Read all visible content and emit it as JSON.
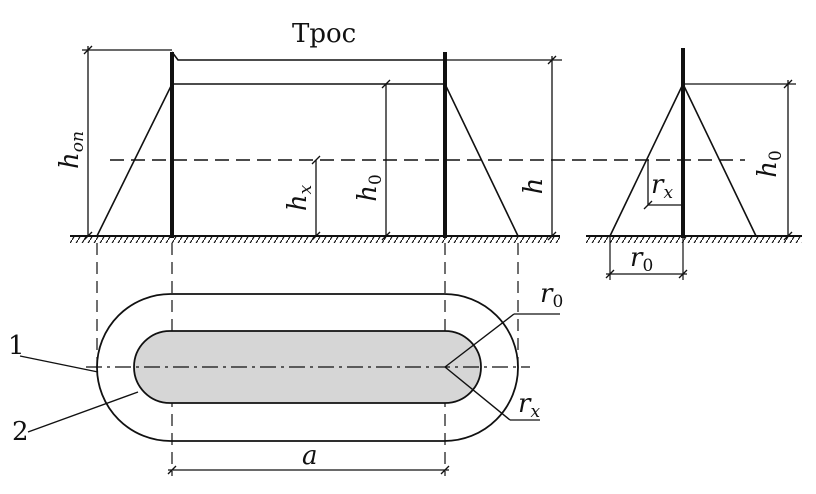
{
  "labels": {
    "cable": "Трос",
    "h_op_main": "h",
    "h_op_sub": "оп",
    "h_x_main": "h",
    "h_x_sub": "x",
    "h0_main": "h",
    "h0_sub": "0",
    "h": "h",
    "rx_main": "r",
    "rx_sub": "x",
    "r0_main": "r",
    "r0_sub": "0",
    "a": "a",
    "zone1": "1",
    "zone2": "2"
  }
}
